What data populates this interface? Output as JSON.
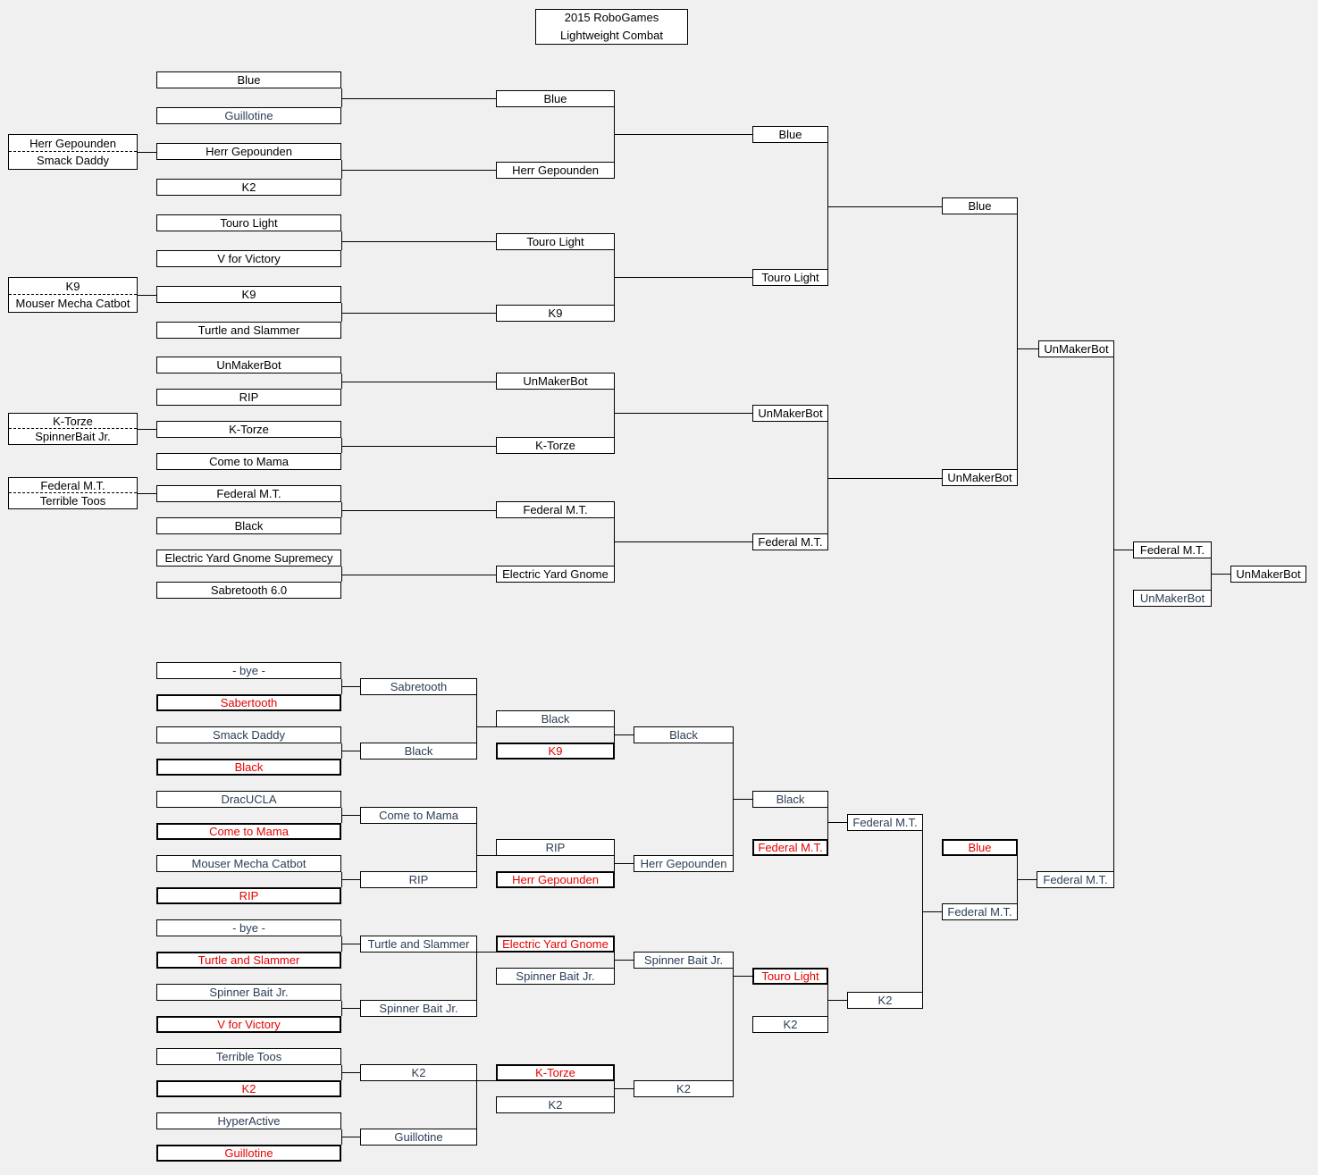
{
  "title": {
    "line1": "2015 RoboGames",
    "line2": "Lightweight Combat"
  },
  "colors": {
    "black": "#000000",
    "slate": "#2b3d57",
    "red": "#e60000"
  },
  "prelim_pairs": [
    {
      "top": "Herr Gepounden",
      "bottom": "Smack Daddy"
    },
    {
      "top": "K9",
      "bottom": "Mouser Mecha Catbot"
    },
    {
      "top": "K-Torze",
      "bottom": "SpinnerBait Jr."
    },
    {
      "top": "Federal M.T.",
      "bottom": "Terrible Toos"
    }
  ],
  "winners_bracket": {
    "round1": [
      "Blue",
      "Guillotine",
      "Herr Gepounden",
      "K2",
      "Touro Light",
      "V for Victory",
      "K9",
      "Turtle and Slammer",
      "UnMakerBot",
      "RIP",
      "K-Torze",
      "Come to Mama",
      "Federal M.T.",
      "Black",
      "Electric Yard Gnome Supremecy",
      "Sabretooth 6.0"
    ],
    "round2": [
      "Blue",
      "Herr Gepounden",
      "Touro Light",
      "K9",
      "UnMakerBot",
      "K-Torze",
      "Federal M.T.",
      "Electric Yard Gnome"
    ],
    "round3": [
      "Blue",
      "Touro Light",
      "UnMakerBot",
      "Federal M.T."
    ],
    "round4": [
      "Blue",
      "UnMakerBot"
    ],
    "final": "UnMakerBot"
  },
  "losers_bracket": {
    "round1": [
      "- bye -",
      "Sabertooth",
      "Smack Daddy",
      "Black",
      "DracUCLA",
      "Come to Mama",
      "Mouser Mecha Catbot",
      "RIP",
      "- bye -",
      "Turtle and Slammer",
      "Spinner Bait Jr.",
      "V for Victory",
      "Terrible Toos",
      "K2",
      "HyperActive",
      "Guillotine"
    ],
    "round2": [
      "Sabretooth",
      "Black",
      "Come to Mama",
      "RIP",
      "Turtle and Slammer",
      "Spinner Bait Jr.",
      "K2",
      "Guillotine"
    ],
    "round3": [
      "Black",
      "K9",
      "RIP",
      "Herr Gepounden",
      "Electric Yard Gnome",
      "Spinner Bait Jr.",
      "K-Torze",
      "K2"
    ],
    "round4": [
      "Black",
      "Herr Gepounden",
      "Spinner Bait Jr.",
      "K2"
    ],
    "round5": [
      "Black",
      "Federal M.T.",
      "Touro Light",
      "K2"
    ],
    "round6": [
      "Federal M.T.",
      "K2"
    ],
    "round7": [
      "Blue",
      "Federal M.T."
    ],
    "final": "Federal M.T."
  },
  "grand_final": {
    "top": "Federal M.T.",
    "bottom": "UnMakerBot",
    "champion": "UnMakerBot"
  }
}
